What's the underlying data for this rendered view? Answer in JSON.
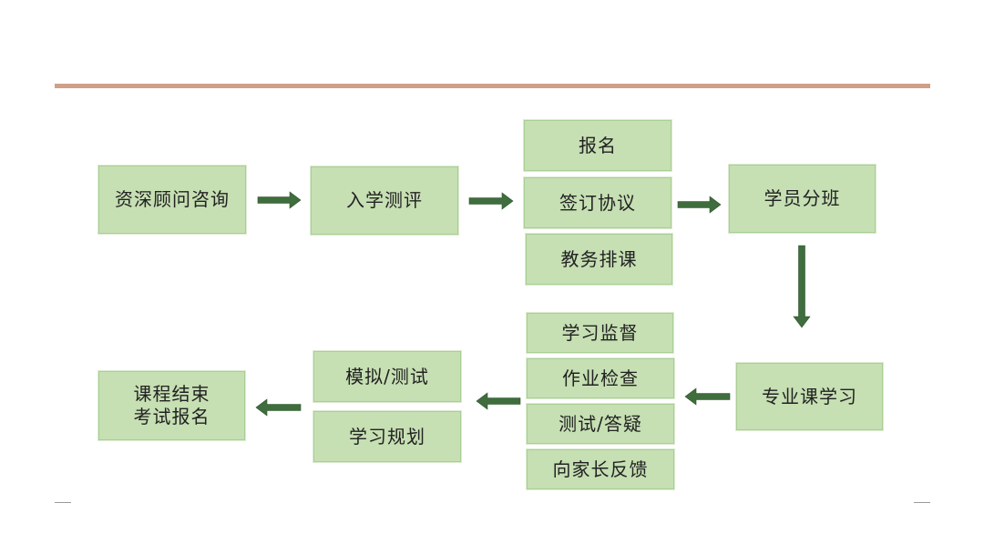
{
  "diagram": {
    "type": "flowchart",
    "colors": {
      "box_fill": "#c6dfb3",
      "box_border": "#a9cf95",
      "arrow": "#3f6d3d",
      "top_rule": "#cf9f8a"
    },
    "nodes": {
      "consult": "资深顾问咨询",
      "assess": "入学测评",
      "register": "报名",
      "sign": "签订协议",
      "schedule": "教务排课",
      "classing": "学员分班",
      "major_study": "专业课学习",
      "supervise": "学习监督",
      "homework": "作业检查",
      "test_qa": "测试/答疑",
      "parent_feedback": "向家长反馈",
      "mock_test": "模拟/测试",
      "study_plan": "学习规划",
      "finish": "课程结束\n考试报名"
    },
    "edges": [
      [
        "consult",
        "assess"
      ],
      [
        "assess",
        "sign"
      ],
      [
        "sign",
        "classing"
      ],
      [
        "classing",
        "major_study"
      ],
      [
        "major_study",
        "homework"
      ],
      [
        "homework",
        "mock_test"
      ],
      [
        "mock_test",
        "finish"
      ]
    ]
  }
}
